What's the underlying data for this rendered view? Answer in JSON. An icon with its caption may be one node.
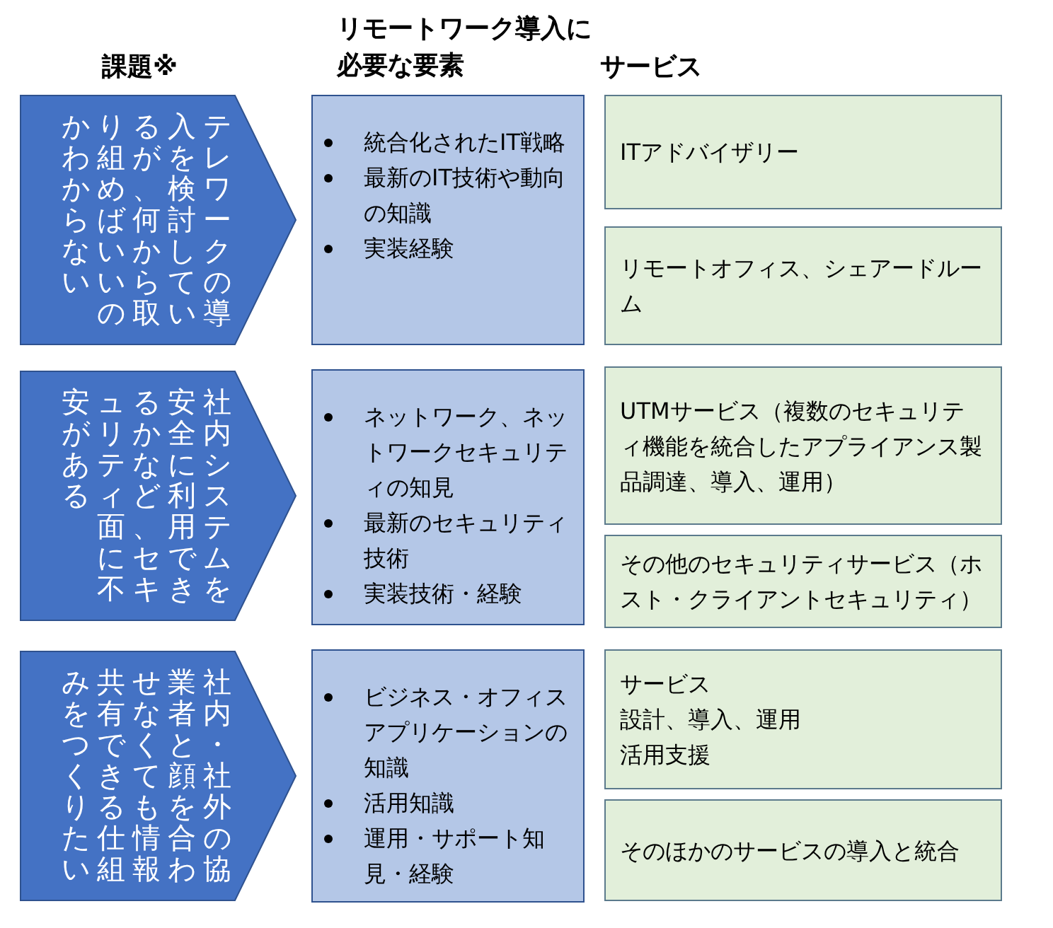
{
  "diagram": {
    "nodes": [
      {
        "text": [
          "テレワークの導入を検討しているが、何から取り組めばいいのかわからない"
        ]
      },
      {
        "text": [
          "統合化されたIT戦略",
          "最新のIT技術や動向の知識",
          "実装経験"
        ]
      },
      {
        "text": [
          "ITアドバイザリー"
        ]
      },
      {
        "text": [
          "リモートオフィス、シェアードルーム"
        ]
      },
      {
        "text": [
          "社内システムを安全に利用できるかなど、セキュリティ面に不安がある"
        ]
      },
      {
        "text": [
          "ネットワーク、ネットワークセキュリティの知見",
          "最新のセキュリティ技術",
          "実装技術・経験"
        ]
      },
      {
        "text": [
          "UTMサービス（複数のセキュリティ機能を統合したアプライアンス製品調達、導入、運用）"
        ]
      },
      {
        "text": [
          "その他のセキュリティサービス（ホスト・クライアントセキュリティ）"
        ]
      },
      {
        "text": [
          "社内・社外の協業者と顔を合わせなくても情報共有できる仕組みをつくりたい"
        ]
      },
      {
        "text": [
          "ビジネス・オフィスアプリケーションの知識",
          "活用知識",
          "運用・サポート知見・経験"
        ]
      },
      {
        "text": [
          "サービス",
          "設計、導入、運用",
          "活用支援"
        ]
      },
      {
        "text": [
          "そのほかのサービスの導入と統合"
        ]
      }
    ],
    "edges": [],
    "labels": [
      "課題※",
      "リモートワーク導入に必要な要素",
      "サービス"
    ]
  }
}
